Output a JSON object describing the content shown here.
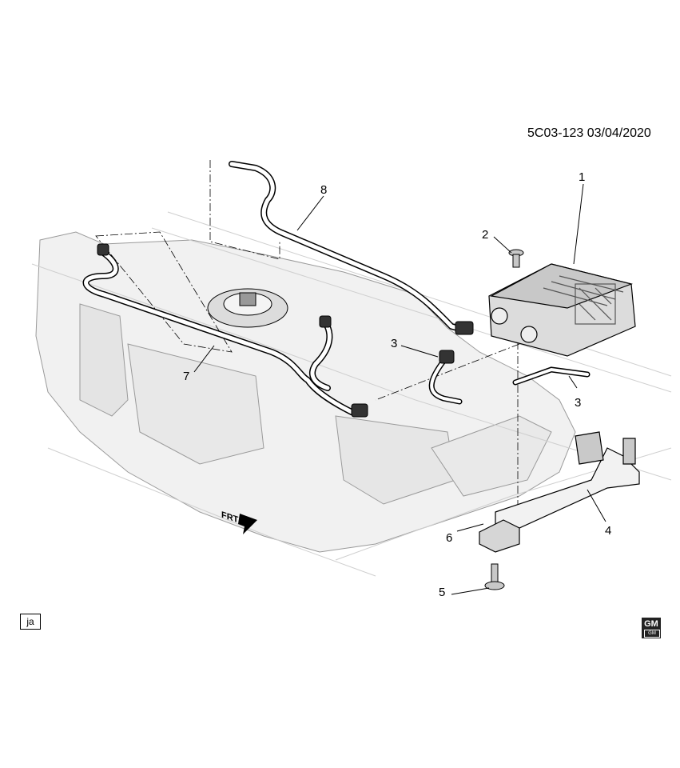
{
  "document_id": "5C03-123  03/04/2020",
  "view_code": "ja",
  "front_indicator": "FRT",
  "brand_logo": {
    "text": "GM",
    "sub": "GM",
    "icon": "gm-logo-icon"
  },
  "callouts": [
    "1",
    "2",
    "3",
    "3",
    "4",
    "5",
    "6",
    "7",
    "8"
  ]
}
